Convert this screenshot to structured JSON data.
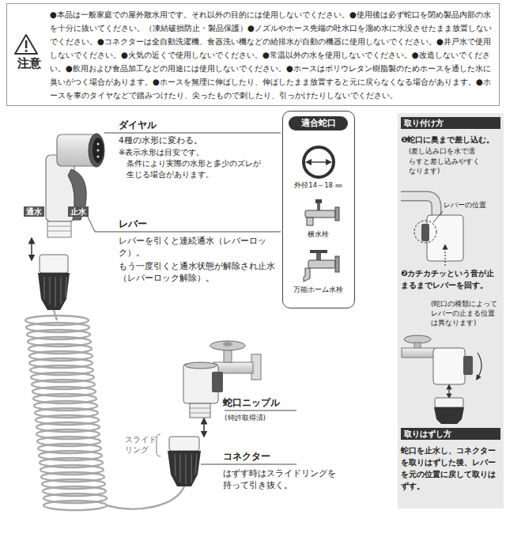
{
  "diagram": {
    "nodes": [
      {
        "text": [
          "注意",
          "●本品は一般家庭での屋外散水用です。それ以外の目的には使用しないでください。●使用後は必ず蛇口を閉め製品内部の水を十分に抜いてください。（凍結破損防止・製品保護）●ノズルやホース先端の吐水口を溜め水に水没させたまま放置しないでください。●コネクターは全自動洗濯機、食器洗い機などの給排水が自動の機器に使用しないでください。●井戸水で使用しないでください。●火気の近くで使用しないでください。●常温以外の水を使用しないでください。●改造しないでください。●飲用および食品加工などの用途には使用しないでください。●ホースはポリウレタン樹脂製のためホースを通した水に臭いがつく場合があります。●ホースを無理に伸ばしたり、伸ばしたまま放置すると元に戻らなくなる場合があります。●ホースを車のタイヤなどで踏みつけたり、尖ったもので刺したり、引っかけたりしないでください。"
        ]
      },
      {
        "text": [
          "適合蛇口",
          "外径14～18 ㎜",
          "横水栓",
          "万能ホーム水栓"
        ]
      },
      {
        "text": [
          "取り付け方",
          "❶蛇口に奥まで差し込む。",
          "(差し込み口を水で濡らすと差し込みやすくなります)",
          "レバーの位置",
          "❷カチカチッという音が止まるまでレバーを回す。",
          "(蛇口の種類によってレバーの止まる位置は異なります)"
        ]
      },
      {
        "text": [
          "取りはずし方",
          "蛇口を止水し、コネクターを取りはずした後、レバーを元の位置に戻して取りはずす。"
        ],
        "in": 2
      }
    ],
    "labels": [
      "ダイヤル",
      "4種の水形に変わる。",
      "※表示水形は目安です。",
      "条件により実際の水形と多少のズレが生じる場合があります。",
      "通水",
      "止水",
      "レバー",
      "レバーを引くと連続通水（レバーロック）。",
      "もう一度引くと通水状態が解除され止水（レバーロック解除）。",
      "蛇口ニップル",
      "(特許取得済)",
      "スライドリング",
      "コネクター",
      "はずす時はスライドリングを持って引き抜く。"
    ]
  }
}
